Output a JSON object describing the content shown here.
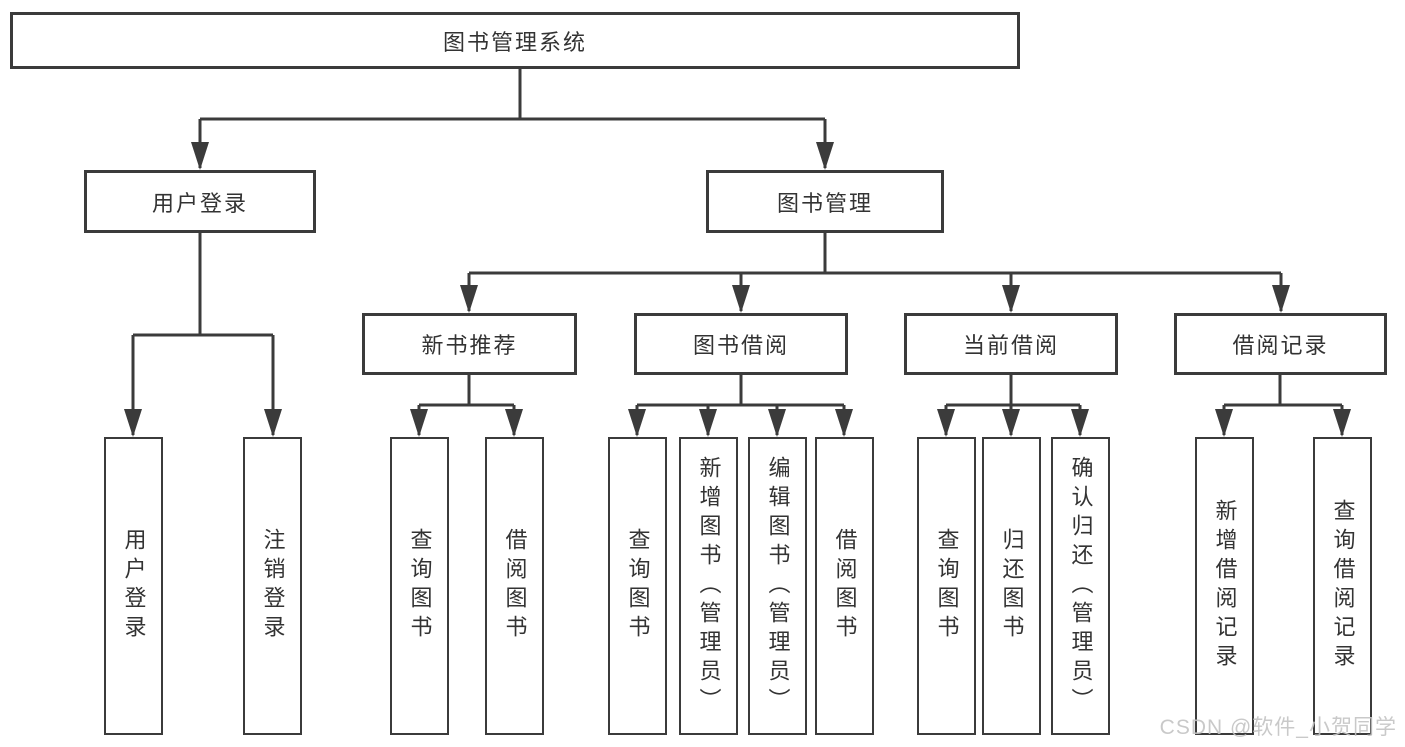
{
  "diagram": {
    "root": {
      "label": "图书管理系统"
    },
    "branches": [
      {
        "label": "用户登录",
        "children": [
          {
            "label": "用户登录"
          },
          {
            "label": "注销登录"
          }
        ]
      },
      {
        "label": "图书管理",
        "groups": [
          {
            "label": "新书推荐",
            "children": [
              {
                "label": "查询图书"
              },
              {
                "label": "借阅图书"
              }
            ]
          },
          {
            "label": "图书借阅",
            "children": [
              {
                "label": "查询图书"
              },
              {
                "label": "新增图书（管理员）"
              },
              {
                "label": "编辑图书（管理员）"
              },
              {
                "label": "借阅图书"
              }
            ]
          },
          {
            "label": "当前借阅",
            "children": [
              {
                "label": "查询图书"
              },
              {
                "label": "归还图书"
              },
              {
                "label": "确认归还（管理员）"
              }
            ]
          },
          {
            "label": "借阅记录",
            "children": [
              {
                "label": "新增借阅记录"
              },
              {
                "label": "查询借阅记录"
              }
            ]
          }
        ]
      }
    ]
  },
  "watermark": {
    "text": "CSDN @软件_小贺同学"
  },
  "colors": {
    "line": "#3b3b3b",
    "text": "#333333",
    "watermark": "#c4c4c4",
    "background": "#ffffff"
  }
}
